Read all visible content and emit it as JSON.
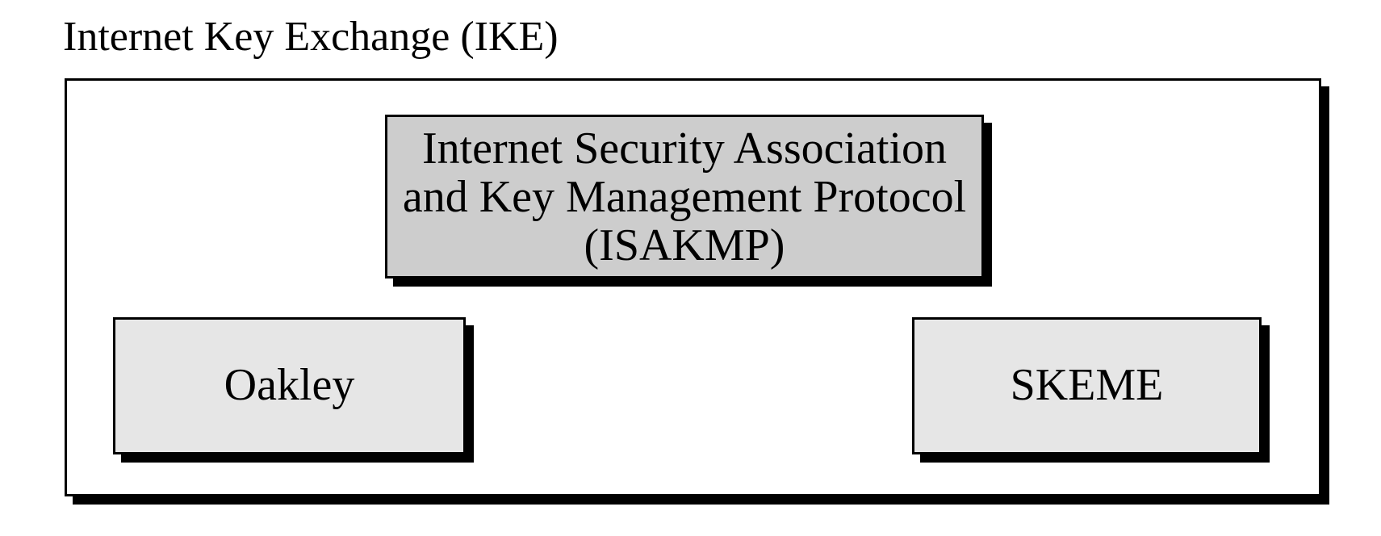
{
  "diagram": {
    "title": "Internet Key Exchange (IKE)",
    "nodes": {
      "isakmp": {
        "lines": [
          "Internet Security Association",
          "and Key Management Protocol",
          "(ISAKMP)"
        ]
      },
      "oakley": {
        "label": "Oakley"
      },
      "skeme": {
        "label": "SKEME"
      }
    },
    "colors": {
      "background": "#ffffff",
      "outer_box_fill": "#ffffff",
      "isakmp_fill": "#cdcdcd",
      "component_fill": "#e6e6e6",
      "border": "#000000",
      "shadow": "#000000",
      "text": "#000000"
    }
  }
}
